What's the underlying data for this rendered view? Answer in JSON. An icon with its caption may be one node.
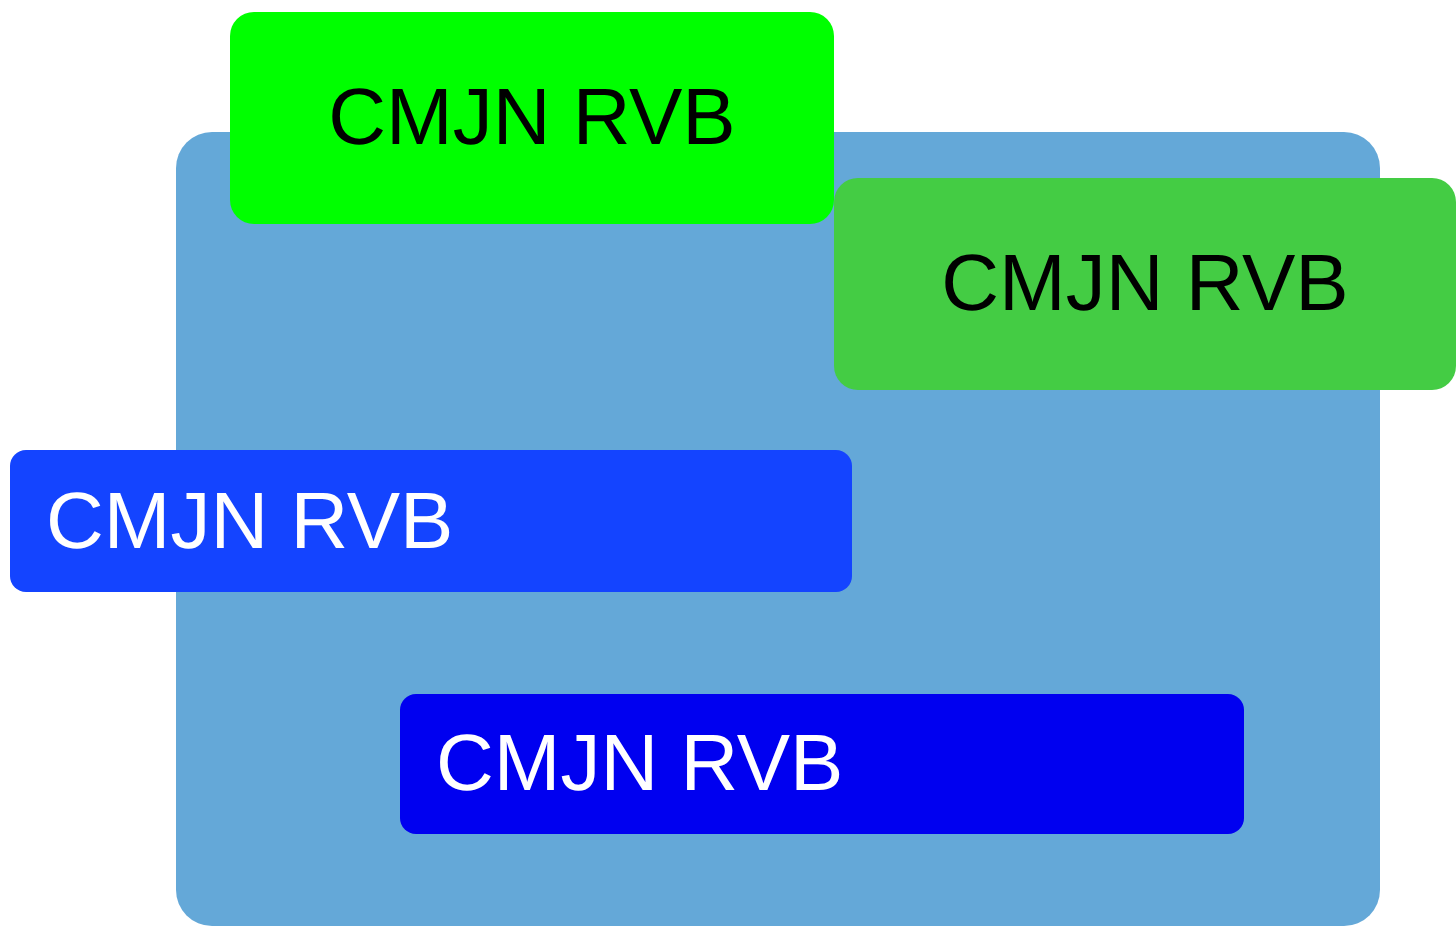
{
  "diagram": {
    "nodes": [
      {
        "text": [],
        "shape": "box"
      },
      {
        "text": [
          "CMJN RVB"
        ]
      },
      {
        "text": [
          "CMJN RVB"
        ]
      },
      {
        "text": [
          "CMJN RVB"
        ]
      },
      {
        "text": [
          "CMJN RVB"
        ],
        "in": 0
      }
    ]
  }
}
